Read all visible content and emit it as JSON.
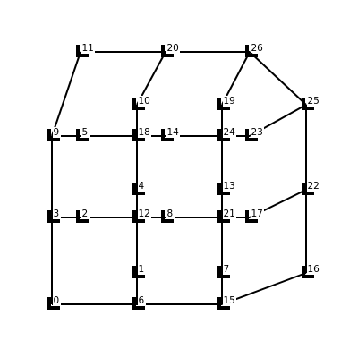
{
  "diagram": {
    "type": "grid-graph",
    "colors": {
      "line": "#000000",
      "background": "#ffffff"
    },
    "nodes": [
      {
        "id": "0",
        "label": "0"
      },
      {
        "id": "1",
        "label": "1"
      },
      {
        "id": "2",
        "label": "2"
      },
      {
        "id": "3",
        "label": "3"
      },
      {
        "id": "4",
        "label": "4"
      },
      {
        "id": "5",
        "label": "5"
      },
      {
        "id": "6",
        "label": "6"
      },
      {
        "id": "7",
        "label": "7"
      },
      {
        "id": "8",
        "label": "8"
      },
      {
        "id": "9",
        "label": "9"
      },
      {
        "id": "10",
        "label": "10"
      },
      {
        "id": "11",
        "label": "11"
      },
      {
        "id": "12",
        "label": "12"
      },
      {
        "id": "13",
        "label": "13"
      },
      {
        "id": "14",
        "label": "14"
      },
      {
        "id": "15",
        "label": "15"
      },
      {
        "id": "16",
        "label": "16"
      },
      {
        "id": "17",
        "label": "17"
      },
      {
        "id": "18",
        "label": "18"
      },
      {
        "id": "19",
        "label": "19"
      },
      {
        "id": "20",
        "label": "20"
      },
      {
        "id": "21",
        "label": "21"
      },
      {
        "id": "22",
        "label": "22"
      },
      {
        "id": "23",
        "label": "23"
      },
      {
        "id": "24",
        "label": "24"
      },
      {
        "id": "25",
        "label": "25"
      },
      {
        "id": "26",
        "label": "26"
      }
    ],
    "edges": [
      [
        "0",
        "6"
      ],
      [
        "6",
        "15"
      ],
      [
        "15",
        "16"
      ],
      [
        "16",
        "22"
      ],
      [
        "22",
        "25"
      ],
      [
        "25",
        "26"
      ],
      [
        "26",
        "20"
      ],
      [
        "20",
        "11"
      ],
      [
        "11",
        "9"
      ],
      [
        "9",
        "3"
      ],
      [
        "3",
        "0"
      ],
      [
        "9",
        "5"
      ],
      [
        "5",
        "18"
      ],
      [
        "18",
        "14"
      ],
      [
        "14",
        "24"
      ],
      [
        "24",
        "23"
      ],
      [
        "23",
        "25"
      ],
      [
        "3",
        "2"
      ],
      [
        "2",
        "12"
      ],
      [
        "12",
        "8"
      ],
      [
        "8",
        "21"
      ],
      [
        "21",
        "17"
      ],
      [
        "17",
        "22"
      ],
      [
        "20",
        "10"
      ],
      [
        "10",
        "18"
      ],
      [
        "18",
        "4"
      ],
      [
        "4",
        "12"
      ],
      [
        "12",
        "1"
      ],
      [
        "1",
        "6"
      ],
      [
        "26",
        "19"
      ],
      [
        "19",
        "24"
      ],
      [
        "24",
        "13"
      ],
      [
        "13",
        "21"
      ],
      [
        "21",
        "7"
      ],
      [
        "7",
        "15"
      ]
    ]
  }
}
